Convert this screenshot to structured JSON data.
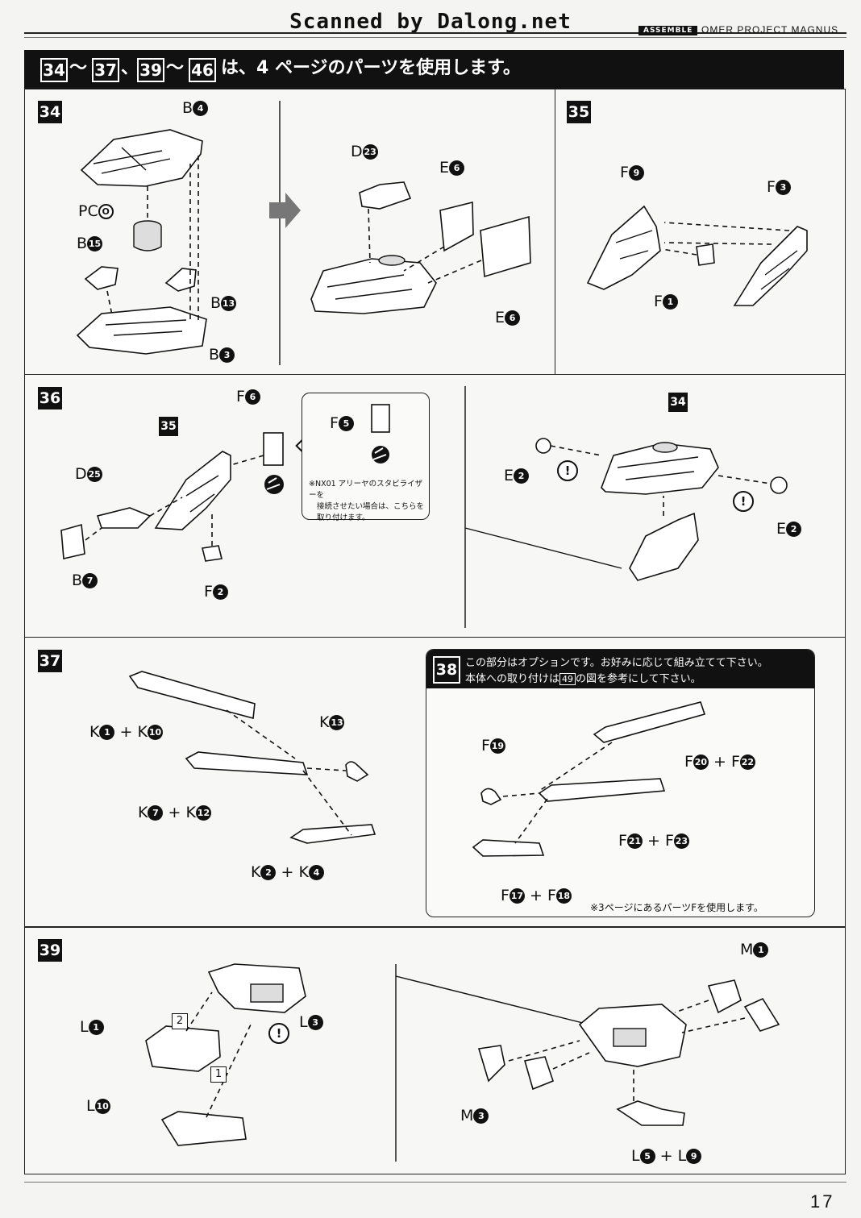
{
  "header": {
    "scan_credit": "Scanned by Dalong.net",
    "section_tag": "ASSEMBLE",
    "product": "OMER PROJECT MAGNUS"
  },
  "title": {
    "ranges": [
      "34",
      "37",
      "39",
      "46"
    ],
    "tilde": "～",
    "comma": "、",
    "text": "は、4 ページのパーツを使用します。"
  },
  "steps": {
    "s34": {
      "number": "34",
      "labels": [
        {
          "letter": "B",
          "num": "4"
        },
        {
          "letter": "PC",
          "num": "O"
        },
        {
          "letter": "B",
          "num": "15"
        },
        {
          "letter": "B",
          "num": "13"
        },
        {
          "letter": "B",
          "num": "3"
        },
        {
          "letter": "D",
          "num": "23"
        },
        {
          "letter": "E",
          "num": "6"
        },
        {
          "letter": "E",
          "num": "6"
        }
      ]
    },
    "s35": {
      "number": "35",
      "labels": [
        {
          "letter": "F",
          "num": "9"
        },
        {
          "letter": "F",
          "num": "3"
        },
        {
          "letter": "F",
          "num": "1"
        }
      ]
    },
    "s36": {
      "number": "36",
      "ref": "35",
      "ref2": "34",
      "labels": [
        {
          "letter": "F",
          "num": "6"
        },
        {
          "letter": "D",
          "num": "25"
        },
        {
          "letter": "B",
          "num": "7"
        },
        {
          "letter": "F",
          "num": "2"
        },
        {
          "letter": "F",
          "num": "5"
        },
        {
          "letter": "E",
          "num": "2"
        },
        {
          "letter": "E",
          "num": "2"
        }
      ],
      "note_line1": "※NX01 アリーヤのスタビライザーを",
      "note_line2": "接続させたい場合は、こちらを",
      "note_line3": "取り付けます。"
    },
    "s37": {
      "number": "37",
      "labels": [
        {
          "letter": "K",
          "num": "1",
          "plus": "+",
          "letter2": "K",
          "num2": "10"
        },
        {
          "letter": "K",
          "num": "13"
        },
        {
          "letter": "K",
          "num": "7",
          "plus": "+",
          "letter2": "K",
          "num2": "12"
        },
        {
          "letter": "K",
          "num": "2",
          "plus": "+",
          "letter2": "K",
          "num2": "4"
        }
      ]
    },
    "s38": {
      "number": "38",
      "line1": "この部分はオプションです。お好みに応じて組み立てて下さい。",
      "line2a": "本体への取り付けは",
      "line2ref": "49",
      "line2b": "の図を参考にして下さい。",
      "labels": [
        {
          "letter": "F",
          "num": "19"
        },
        {
          "letter": "F",
          "num": "20",
          "plus": "+",
          "letter2": "F",
          "num2": "22"
        },
        {
          "letter": "F",
          "num": "21",
          "plus": "+",
          "letter2": "F",
          "num2": "23"
        },
        {
          "letter": "F",
          "num": "17",
          "plus": "+",
          "letter2": "F",
          "num2": "18"
        }
      ],
      "note": "※3ページにあるパーツFを使用します。"
    },
    "s39": {
      "number": "39",
      "order1": "1",
      "order2": "2",
      "warn": "!",
      "labels": [
        {
          "letter": "L",
          "num": "1"
        },
        {
          "letter": "L",
          "num": "3"
        },
        {
          "letter": "L",
          "num": "10"
        },
        {
          "letter": "M",
          "num": "1"
        },
        {
          "letter": "M",
          "num": "3"
        },
        {
          "letter": "L",
          "num": "5",
          "plus": "+",
          "letter2": "L",
          "num2": "9"
        }
      ]
    }
  },
  "page_number": "17"
}
